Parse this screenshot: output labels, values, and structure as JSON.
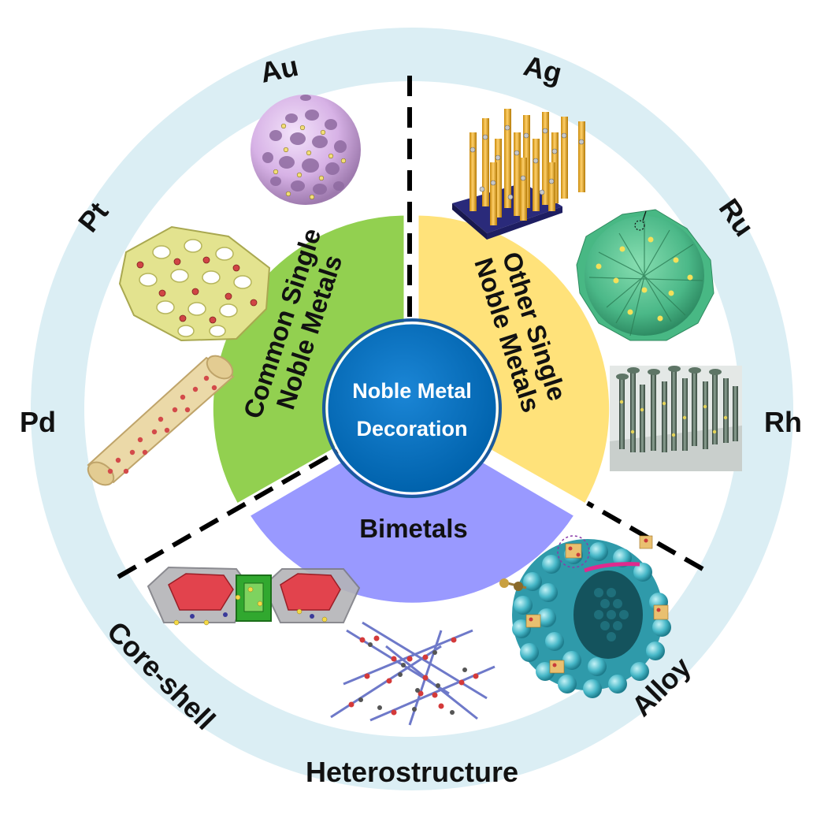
{
  "title": "",
  "center": {
    "line1": "Noble Metal",
    "line2": "Decoration"
  },
  "sectors": {
    "common": {
      "line1": "Common Single",
      "line2": "Noble Metals",
      "color": "#92D050"
    },
    "other": {
      "line1": "Other Single",
      "line2": "Noble Metals",
      "color": "#FFE27A"
    },
    "bimetals": {
      "label": "Bimetals",
      "color": "#9999FF"
    }
  },
  "ring_labels": {
    "au": "Au",
    "ag": "Ag",
    "pt": "Pt",
    "ru": "Ru",
    "pd": "Pd",
    "rh": "Rh",
    "core_shell": "Core-shell",
    "alloy": "Alloy",
    "heterostructure": "Heterostructure"
  },
  "colors": {
    "outer_ring": "#DBEEF4",
    "center": "#0070C0",
    "divider": "#000000"
  },
  "illustrations": [
    "au-porous-sphere",
    "pt-porous-framework",
    "pd-nanotube",
    "ag-nanorod-array",
    "ru-nanoflower-sphere",
    "rh-nanowire-forest",
    "core-shell-hexagonal-particles",
    "heterostructure-nanowire-network",
    "alloy-hollow-sphere"
  ]
}
